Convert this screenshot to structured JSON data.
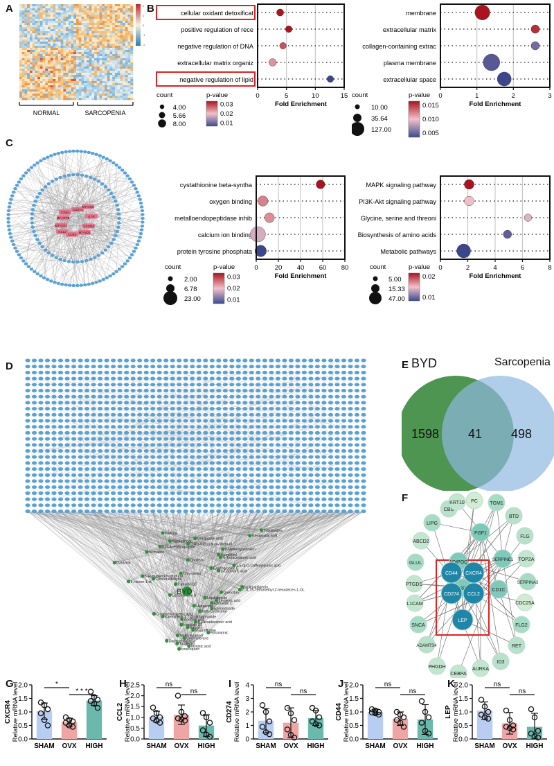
{
  "labels": {
    "A": "A",
    "B": "B",
    "C": "C",
    "D": "D",
    "E": "E",
    "F": "F",
    "G": "G",
    "H": "H",
    "I": "I",
    "J": "J",
    "K": "K"
  },
  "heatmap": {
    "groups": [
      "NORMAL",
      "SARCOPENIA"
    ],
    "colorbar_ticks": [
      "2",
      "1",
      "0",
      "-1",
      "-2"
    ],
    "colors": {
      "high": "#c0262c",
      "mid": "#f5f3d8",
      "low": "#2f76b3",
      "warm": "#f4c17f",
      "cool": "#a9cfe6"
    }
  },
  "colors": {
    "ring": "#5aa2d6",
    "edge": "#9a9a9a",
    "hub": "#e8738a",
    "byd_node": "#2f8f3a",
    "venn_byd": "#3a8a3e",
    "venn_sarc": "#8fb8e0",
    "bar_sham": "#b8cdf2",
    "bar_ovx": "#f0a5a5",
    "bar_high": "#6bb8ad",
    "network_f": "#9fd6c3",
    "network_f_core": "#1f86a8",
    "highlight": "#e02020"
  },
  "enrichment_panels": [
    {
      "id": "bp",
      "terms": [
        "cellular oxidant detoxificat",
        "positive regulation of rece",
        "negative regulation of DNA",
        "extracellular matrix organiz",
        "negative regulation of lipid"
      ],
      "highlighted": [
        0,
        4
      ],
      "xlim": [
        0,
        15
      ],
      "xticks": [
        "0",
        "5",
        "10",
        "15"
      ],
      "points": [
        {
          "x": 3.9,
          "count": 5.66,
          "p": 0.035
        },
        {
          "x": 5.4,
          "count": 4.0,
          "p": 0.035
        },
        {
          "x": 4.4,
          "count": 4.0,
          "p": 0.03
        },
        {
          "x": 2.6,
          "count": 8.0,
          "p": 0.025
        },
        {
          "x": 12.6,
          "count": 4.0,
          "p": 0.008
        }
      ],
      "xlabel": "Fold Enrichment",
      "legend": {
        "count_title": "count",
        "count_values": [
          "4.00",
          "5.66",
          "8.00"
        ],
        "p_title": "p-value",
        "p_values": [
          "0.03",
          "0.02",
          "0.01"
        ]
      }
    },
    {
      "id": "cc",
      "terms": [
        "membrane",
        "extracellular matrix",
        "collagen-containing extrac",
        "plasma membrane",
        "extracellular space"
      ],
      "highlighted": [],
      "xlim": [
        0,
        3
      ],
      "xticks": [
        "0",
        "1",
        "2",
        "3"
      ],
      "points": [
        {
          "x": 1.15,
          "count": 60,
          "p": 0.015
        },
        {
          "x": 2.6,
          "count": 10,
          "p": 0.014
        },
        {
          "x": 2.6,
          "count": 10,
          "p": 0.004
        },
        {
          "x": 1.4,
          "count": 80,
          "p": 0.003
        },
        {
          "x": 1.75,
          "count": 50,
          "p": 0.002
        }
      ],
      "xlabel": "Fold Enrichment",
      "legend": {
        "count_title": "count",
        "count_values": [
          "10.00",
          "35.64",
          "127.00"
        ],
        "p_title": "p-value",
        "p_values": [
          "0.015",
          "0.010",
          "0.005"
        ]
      }
    },
    {
      "id": "mf",
      "terms": [
        "cystathionine beta-syntha",
        "oxygen binding",
        "metalloendopeptidase inhib",
        "calcium ion binding",
        "protein tyrosine phosphata"
      ],
      "highlighted": [],
      "xlim": [
        0,
        80
      ],
      "xticks": [
        "0",
        "20",
        "40",
        "60",
        "80"
      ],
      "points": [
        {
          "x": 58,
          "count": 4,
          "p": 0.034
        },
        {
          "x": 6,
          "count": 7,
          "p": 0.025
        },
        {
          "x": 12,
          "count": 6,
          "p": 0.024
        },
        {
          "x": 1.5,
          "count": 23,
          "p": 0.018
        },
        {
          "x": 4,
          "count": 10,
          "p": 0.006
        }
      ],
      "xlabel": "Fold Enrichment",
      "legend": {
        "count_title": "count",
        "count_values": [
          "2.00",
          "6.78",
          "23.00"
        ],
        "p_title": "p-value",
        "p_values": [
          "0.03",
          "0.02",
          "0.01"
        ]
      }
    },
    {
      "id": "kegg",
      "terms": [
        "MAPK signaling pathway",
        "PI3K-Akt signaling pathway",
        "Glycine, serine and threoni",
        "Biosynthesis of amino acids",
        "Metabolic pathways"
      ],
      "highlighted": [],
      "xlim": [
        0,
        8
      ],
      "xticks": [
        "0",
        "2",
        "4",
        "6",
        "8"
      ],
      "points": [
        {
          "x": 2.1,
          "count": 15,
          "p": 0.022
        },
        {
          "x": 2.1,
          "count": 14,
          "p": 0.012
        },
        {
          "x": 6.4,
          "count": 5,
          "p": 0.011
        },
        {
          "x": 4.9,
          "count": 8,
          "p": 0.004
        },
        {
          "x": 1.7,
          "count": 47,
          "p": 0.002
        }
      ],
      "xlabel": "Fold Enrichment",
      "legend": {
        "count_title": "count",
        "count_values": [
          "5.00",
          "15.33",
          "47.00"
        ],
        "p_title": "p-value",
        "p_values": [
          "0.02",
          "0.01"
        ]
      }
    }
  ],
  "ppi_c_hubs": [
    "CD274",
    "MT-CO2",
    "CD44",
    "MT-ATP8",
    "IL7R",
    "CXCR4",
    "MT-CO1",
    "CCL2",
    "MT-ND1",
    "CCR2"
  ],
  "network_d": {
    "center_label": "BYD",
    "compounds": [
      "Tribulinidine",
      "Furfural",
      "Genipositic acid",
      "Genipositic acid",
      "Kaempferide",
      "(24R)-5-Ergostan-3beta-ol",
      "8-O-Acetylharpagide",
      "8-Methoxypsoralen",
      "Isomaltol",
      "Isomaltitol",
      "N-Tetracosanoic acid",
      "Coniferin",
      "Daidzein",
      "3,5-di-O-Caffeoylquinic acid",
      "Eleutheroside E",
      "p-Coumaric acid",
      "Chrysoeriol",
      "5-Hydroxymethylfurfural",
      "Coniferaldehyde",
      "3-Hexen-1-ol",
      "Icariside D3",
      "Isoliquiritigenin",
      "7,11,15-Tetramethyl-2-hexadecen-1-OL",
      "Quercitrin",
      "Licochalcone B",
      "Liquiritigenin",
      "Linolenic acid",
      "Epimedin C",
      "Hesperidin",
      "Epimedoside",
      "beta-Cyclocitral",
      "Cryptochlorogenic acid",
      "Kaempferol-3,7-O-dirhamnoside",
      "Anchoic acid",
      "N-Hexadecanoic acid",
      "Icariside D2",
      "Baicalin",
      "Magnoflorine",
      "Rosmarinic",
      "Methyleugenol",
      "Umbelliferone",
      "Dodecanoic acid",
      "Tangeritin",
      "Myristic acid",
      "Isoscoparin"
    ]
  },
  "venn": {
    "left_label": "BYD",
    "right_label": "Sarcopenia",
    "left_only": "1598",
    "overlap": "41",
    "right_only": "498"
  },
  "network_f": {
    "outer": [
      "PC",
      "TGM1",
      "BTD",
      "FLG",
      "TOP2A",
      "SERPINA3",
      "CDC25A",
      "FLG2",
      "RET",
      "ID3",
      "AURKA",
      "CEBPA",
      "PHGDH",
      "ADAMTS4",
      "SNCA",
      "L1CAM",
      "PTGDS",
      "GLUL",
      "ABCD2",
      "LIPG",
      "CBS",
      "KRT10"
    ],
    "inner": [
      "FGF1",
      "SERPINE1",
      "CD1C",
      "IL2RB",
      "ADIPOQ"
    ],
    "core": [
      "CD44",
      "CXCR4",
      "CD274",
      "CCL2",
      "LEP"
    ]
  },
  "bar_panels": [
    {
      "id": "G",
      "ylabel": "Relative mRNA level",
      "gene": "CXCR4",
      "yticks": [
        "0.0",
        "0.5",
        "1.0",
        "1.5",
        "2.0"
      ],
      "ymax": 2.0,
      "groups": [
        "SHAM",
        "OVX",
        "HIGH"
      ],
      "values": [
        1.03,
        0.62,
        1.42
      ],
      "sd": [
        0.3,
        0.15,
        0.18
      ],
      "sig": [
        "*",
        "* * *"
      ],
      "dots": [
        [
          1.35,
          1.25,
          1.1,
          0.95,
          0.7,
          0.5
        ],
        [
          0.8,
          0.7,
          0.65,
          0.6,
          0.5,
          0.45
        ],
        [
          1.75,
          1.55,
          1.45,
          1.4,
          1.3,
          1.15
        ]
      ]
    },
    {
      "id": "H",
      "ylabel": "Relative mRNA level",
      "gene": "CCL2",
      "yticks": [
        "0.0",
        "0.5",
        "1.0",
        "1.5",
        "2.0",
        "2.5"
      ],
      "ymax": 2.5,
      "groups": [
        "SHAM",
        "OVX",
        "HIGH"
      ],
      "values": [
        1.03,
        1.12,
        0.62
      ],
      "sd": [
        0.25,
        0.45,
        0.5
      ],
      "sig": [
        "ns",
        "ns"
      ],
      "dots": [
        [
          1.45,
          1.2,
          1.0,
          0.95,
          0.85,
          0.75
        ],
        [
          2.0,
          1.25,
          1.05,
          0.95,
          0.9,
          0.85
        ],
        [
          1.2,
          1.0,
          0.75,
          0.4,
          0.2,
          0.1
        ]
      ]
    },
    {
      "id": "I",
      "ylabel": "Relative mRNA level",
      "gene": "CD274",
      "yticks": [
        "0",
        "1",
        "2",
        "3",
        "4"
      ],
      "ymax": 4,
      "groups": [
        "SHAM",
        "OVX",
        "HIGH"
      ],
      "values": [
        1.35,
        1.2,
        1.55
      ],
      "sd": [
        0.9,
        1.1,
        0.55
      ],
      "sig": [
        "ns",
        "ns"
      ],
      "dots": [
        [
          2.5,
          2.0,
          1.3,
          0.9,
          0.5,
          0.35
        ],
        [
          2.3,
          1.9,
          1.4,
          0.7,
          0.3,
          0.1
        ],
        [
          2.3,
          2.1,
          1.6,
          1.3,
          1.1,
          1.0
        ]
      ]
    },
    {
      "id": "J",
      "ylabel": "Relative mRNA level",
      "gene": "CD44",
      "yticks": [
        "0.0",
        "0.5",
        "1.0",
        "1.5",
        "2.0"
      ],
      "ymax": 2.0,
      "groups": [
        "SHAM",
        "OVX",
        "HIGH"
      ],
      "values": [
        1.0,
        0.75,
        0.72
      ],
      "sd": [
        0.1,
        0.25,
        0.55
      ],
      "sig": [
        "ns",
        "ns"
      ],
      "dots": [
        [
          1.1,
          1.05,
          1.0,
          0.98,
          0.95,
          0.9
        ],
        [
          1.0,
          0.9,
          0.8,
          0.7,
          0.6,
          0.45
        ],
        [
          1.4,
          1.0,
          0.8,
          0.6,
          0.3,
          0.2
        ]
      ]
    },
    {
      "id": "K",
      "ylabel": "Relative mRNA level",
      "gene": "LEP",
      "yticks": [
        "0.0",
        "0.5",
        "1.0",
        "1.5",
        "2.0"
      ],
      "ymax": 2.0,
      "groups": [
        "SHAM",
        "OVX",
        "HIGH"
      ],
      "values": [
        1.05,
        0.58,
        0.45
      ],
      "sd": [
        0.32,
        0.4,
        0.5
      ],
      "sig": [
        "ns",
        "ns"
      ],
      "dots": [
        [
          1.45,
          1.2,
          1.0,
          0.9,
          0.8,
          0.75
        ],
        [
          1.05,
          0.7,
          0.5,
          0.45,
          0.4,
          0.35
        ],
        [
          1.1,
          0.8,
          0.3,
          0.2,
          0.1,
          0.05
        ]
      ]
    }
  ]
}
